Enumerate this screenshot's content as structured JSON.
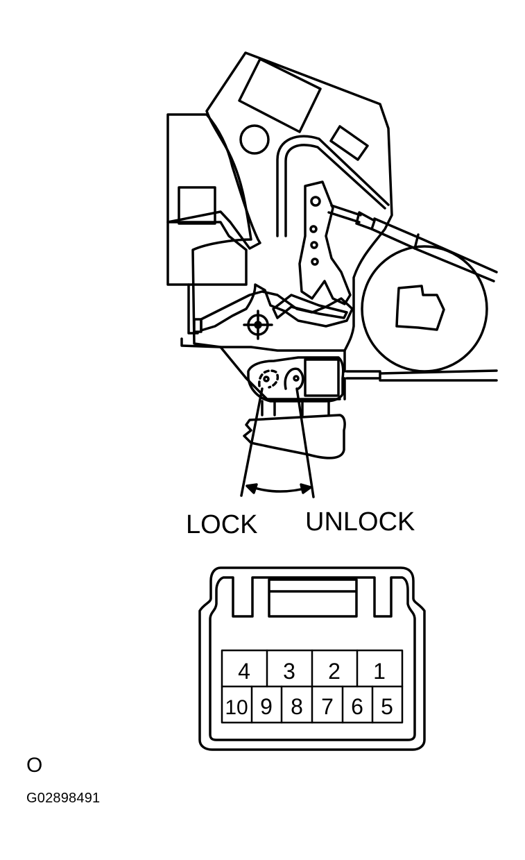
{
  "labels": {
    "lock": "LOCK",
    "unlock": "UNLOCK",
    "corner_mark": "O",
    "figure_id": "G02898491"
  },
  "connector": {
    "top_row": [
      "4",
      "3",
      "2",
      "1"
    ],
    "bottom_row": [
      "10",
      "9",
      "8",
      "7",
      "6",
      "5"
    ]
  }
}
